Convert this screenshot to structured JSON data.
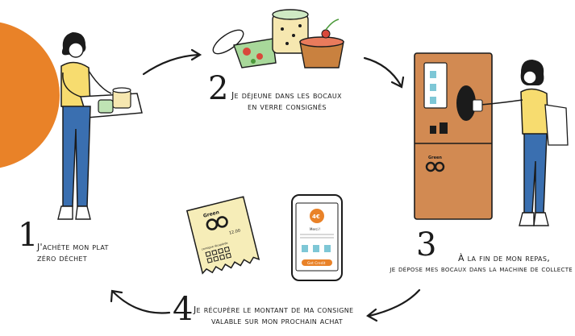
{
  "steps": [
    {
      "number": "1",
      "line1": "J'achète mon plat",
      "line2": "zéro déchet"
    },
    {
      "number": "2",
      "line1": "Je déjeune dans les bocaux",
      "line2": "en verre consignés"
    },
    {
      "number": "3",
      "line1": "À la fin de mon repas,",
      "line2": "je dépose mes bocaux dans la machine de collecte"
    },
    {
      "number": "4",
      "line1": "Je récupère le montant de ma consigne",
      "line2": "valable sur mon prochain achat"
    }
  ],
  "receipt": {
    "brand": "Green",
    "amount": "12.00",
    "label": "consigne récupérée"
  },
  "phone": {
    "amount": "4€",
    "line": "Merci !",
    "button": "Get Credit"
  },
  "machine": {
    "brand": "Green"
  },
  "colors": {
    "orange": "#e98228",
    "yellow": "#f7dc6f",
    "blue": "#3a6fb0",
    "machine": "#d28a52"
  }
}
